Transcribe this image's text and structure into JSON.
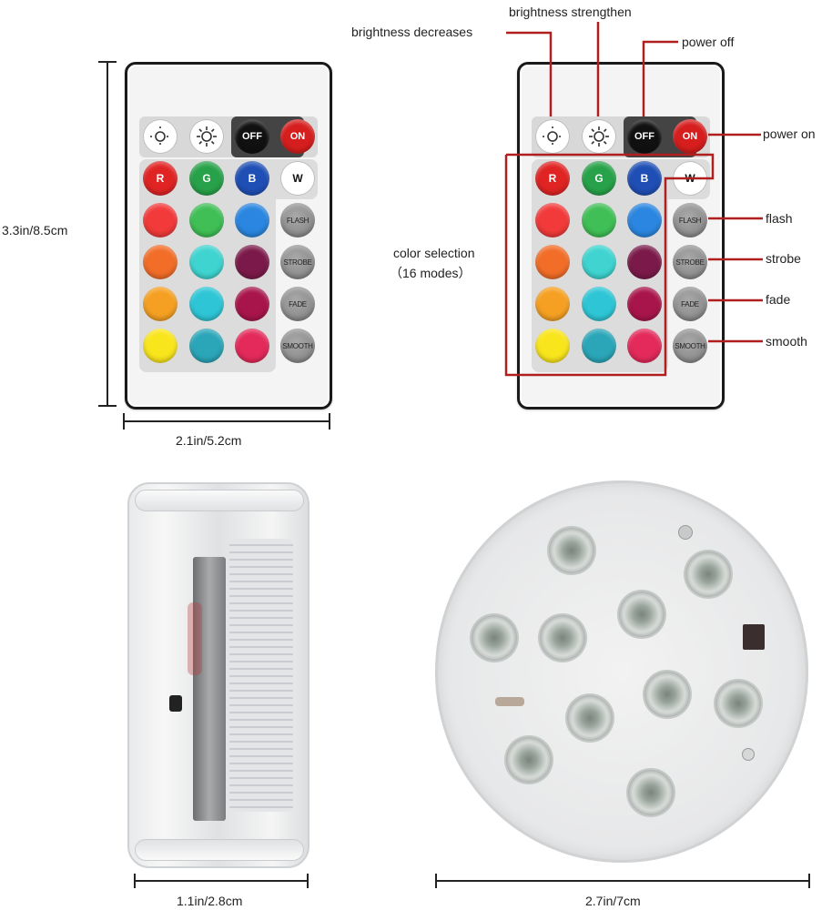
{
  "dimensions": {
    "remote_height": "3.3in/8.5cm",
    "remote_width": "2.1in/5.2cm",
    "light_thickness": "1.1in/2.8cm",
    "light_diameter": "2.7in/7cm"
  },
  "annotations": {
    "brightness_strengthen": "brightness strengthen",
    "brightness_decreases": "brightness decreases",
    "power_off": "power off",
    "power_on": "power on",
    "flash": "flash",
    "strobe": "strobe",
    "fade": "fade",
    "smooth": "smooth",
    "color_selection": "color selection",
    "color_modes": "（16 modes）"
  },
  "remote_keys": {
    "off": "OFF",
    "on": "ON",
    "r": "R",
    "g": "G",
    "b": "B",
    "w": "W",
    "flash": "FLASH",
    "strobe": "STROBE",
    "fade": "FADE",
    "smooth": "SMOOTH"
  },
  "colors": {
    "annotation_line": "#b01e1e",
    "grid_colors": [
      "#e02424",
      "#28a24a",
      "#1f4fb5",
      "#f23a3a",
      "#3fbf55",
      "#2a86e0",
      "#f26d28",
      "#3fd4d0",
      "#7b1a4a",
      "#f5a023",
      "#2ec6d6",
      "#a8154a",
      "#f9e51c",
      "#2aa6b8",
      "#e32a5a"
    ]
  },
  "icons": [
    "sun-dim-icon",
    "sun-bright-icon"
  ]
}
